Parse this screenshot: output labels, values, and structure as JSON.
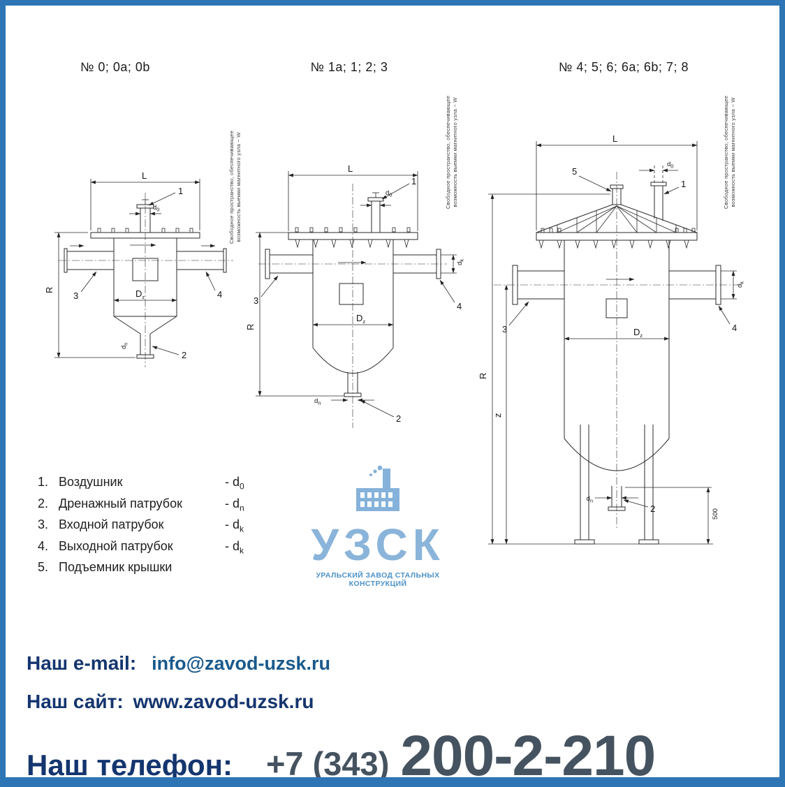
{
  "drawings": {
    "t1": "№ 0; 0a; 0b",
    "t2": "№ 1a; 1; 2; 3",
    "t3": "№ 4; 5; 6; 6a; 6b; 7; 8",
    "note_line1": "Свободное пространство, обеспечивающее",
    "note_line2": "возможность выемки магнитного узла ~ W",
    "dim_L": "L",
    "dim_R": "R",
    "dim_z": "z",
    "dim_D": "D",
    "sub_z": "z",
    "dim_d": "d",
    "sub_0": "0",
    "sub_n": "n",
    "sub_k": "k",
    "dim_500": "500",
    "c1": "1",
    "c2": "2",
    "c3": "3",
    "c4": "4",
    "c5": "5"
  },
  "legend": {
    "items": [
      {
        "num": "1.",
        "label": "Воздушник",
        "dash": "- d",
        "sub": "0"
      },
      {
        "num": "2.",
        "label": "Дренажный патрубок",
        "dash": "- d",
        "sub": "n"
      },
      {
        "num": "3.",
        "label": "Входной патрубок",
        "dash": "- d",
        "sub": "k"
      },
      {
        "num": "4.",
        "label": "Выходной патрубок",
        "dash": "- d",
        "sub": "k"
      },
      {
        "num": "5.",
        "label": "Подъемник крышки",
        "dash": "",
        "sub": ""
      }
    ]
  },
  "logo": {
    "name": "УЗСК",
    "subtitle": "УРАЛЬСКИЙ ЗАВОД СТАЛЬНЫХ КОНСТРУКЦИЙ"
  },
  "contact": {
    "email_label": "Наш e-mail:",
    "email_value": "info@zavod-uzsk.ru",
    "site_label": "Наш сайт:",
    "site_value": "www.zavod-uzsk.ru",
    "phone_label": "Наш телефон:",
    "phone_code": "+7 (343)",
    "phone_number": "200-2-210"
  },
  "colors": {
    "border_blue": "#2e75b6",
    "navy": "#14356e",
    "email_blue": "#19598c",
    "phone_slate": "#45525f",
    "logo_blue": "#8ab4da"
  }
}
